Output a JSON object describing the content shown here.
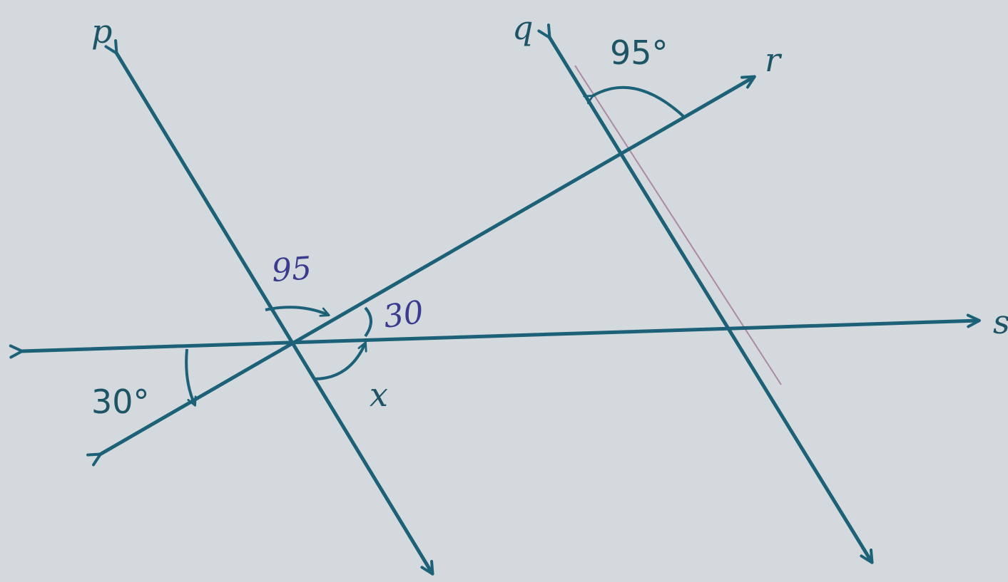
{
  "colors": {
    "paper": "#d3d9dd",
    "line": "#1c6178",
    "print_text": "#1d5466",
    "pencil": "#3b3a8e",
    "pencil_red": "#8a4a70"
  },
  "line_labels": {
    "p": "p",
    "q": "q",
    "r": "r",
    "s": "s"
  },
  "angles": {
    "top_right": "95°",
    "bottom_left": "30°",
    "unknown": "x"
  },
  "handwritten": {
    "angle_a": "95",
    "angle_b": "30"
  }
}
